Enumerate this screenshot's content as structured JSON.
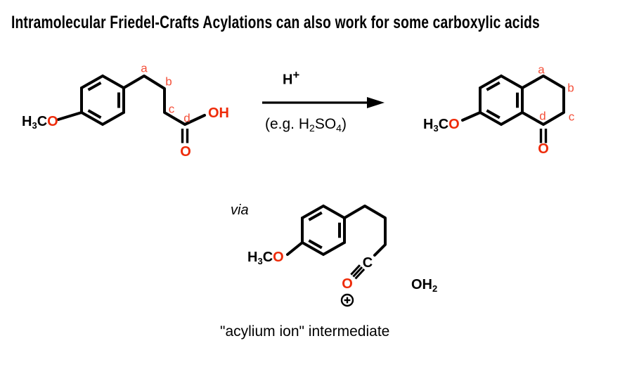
{
  "title": "Intramolecular Friedel-Crafts Acylations can also work for some carboxylic acids",
  "colors": {
    "atom_red": "#ee2b09",
    "label_red": "#f4503a",
    "ink": "#000000",
    "background": "#ffffff"
  },
  "reaction_arrow": {
    "reagent_above": {
      "symbol": "H",
      "charge": "+"
    },
    "reagent_below": {
      "prefix": "(e.g. H",
      "sub_a": "2",
      "mid": "SO",
      "sub_b": "4",
      "suffix": ")"
    }
  },
  "reactant": {
    "methoxy": {
      "h": "H",
      "h_sub": "3",
      "c": "C",
      "o": "O"
    },
    "hydroxyl": "OH",
    "carbonyl_oxygen": "O",
    "chain_labels": {
      "a": "a",
      "b": "b",
      "c": "c",
      "d": "d"
    }
  },
  "product": {
    "methoxy": {
      "h": "H",
      "h_sub": "3",
      "c": "C",
      "o": "O"
    },
    "carbonyl_oxygen": "O",
    "chain_labels": {
      "a": "a",
      "b": "b",
      "c": "c",
      "d": "d"
    }
  },
  "intermediate": {
    "via_label": "via",
    "methoxy": {
      "h": "H",
      "h_sub": "3",
      "c": "C",
      "o": "O"
    },
    "acylium_carbon": "C",
    "acylium_oxygen": "O",
    "charge_icon": "circled-plus-icon",
    "leaving_water": {
      "oh": "OH",
      "sub": "2"
    },
    "caption": "\"acylium ion\" intermediate"
  }
}
